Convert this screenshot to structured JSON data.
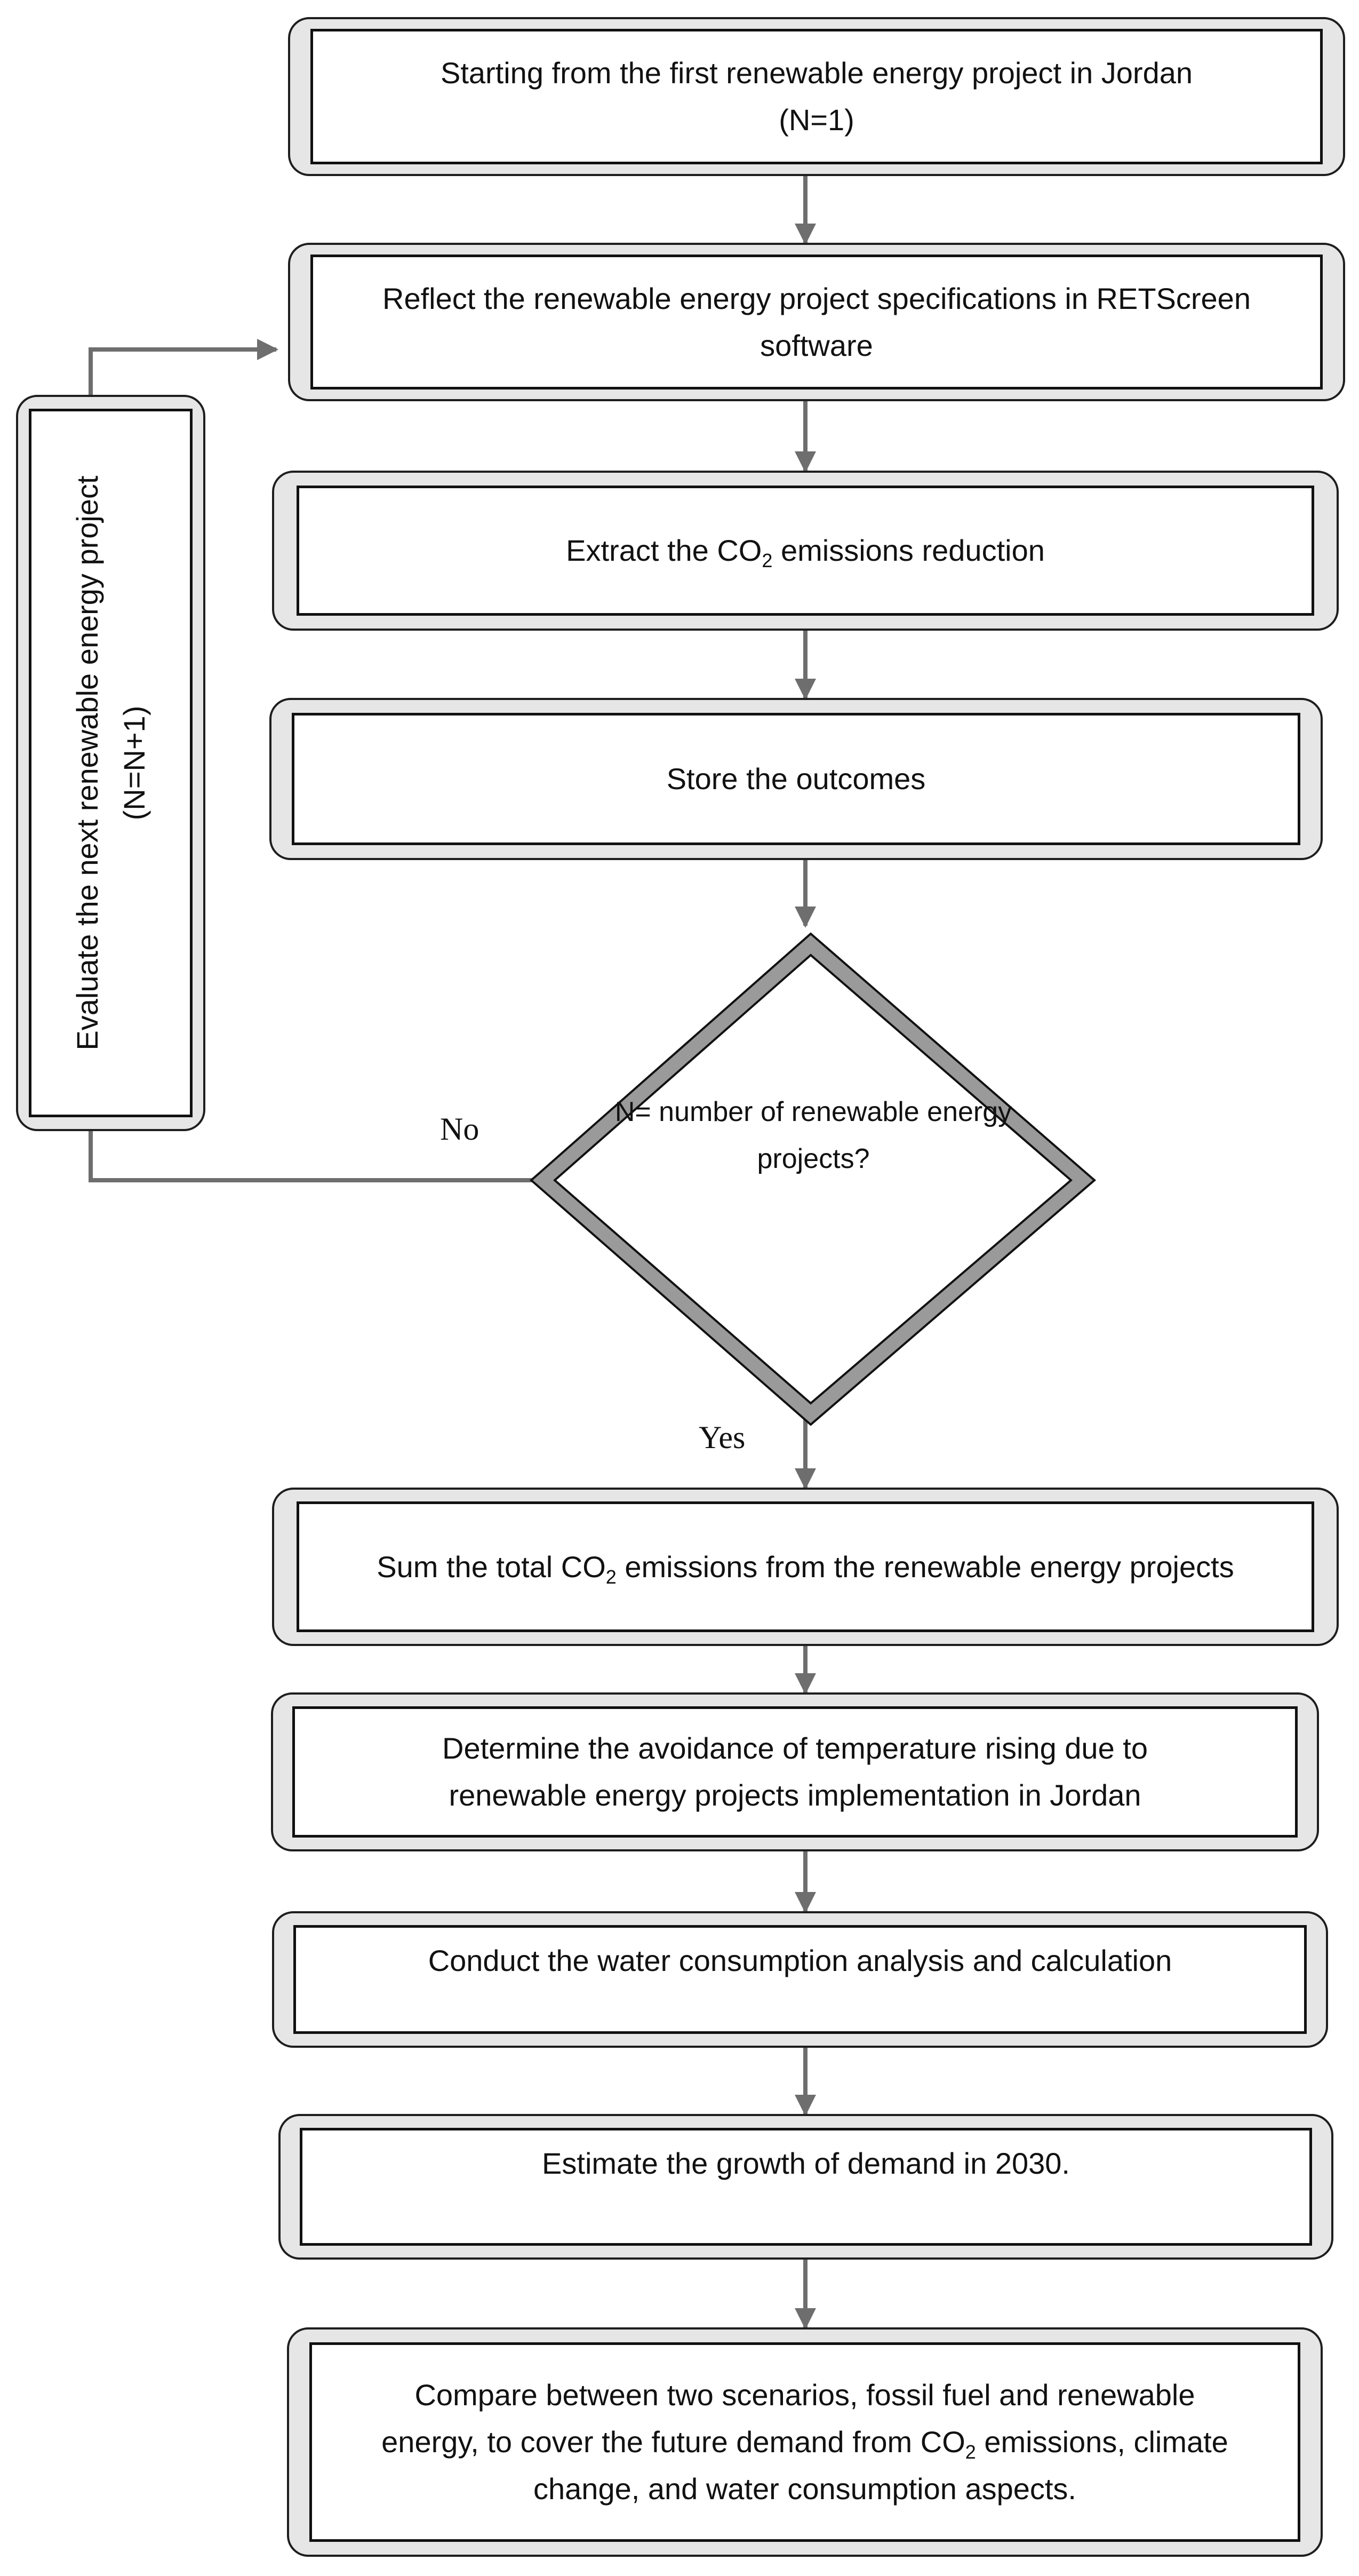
{
  "flowchart": {
    "steps": [
      {
        "id": "start",
        "line1": "Starting from the first renewable energy project in Jordan",
        "line2": "(N=1)"
      },
      {
        "id": "reflect",
        "line1": "Reflect the renewable energy project specifications in RETScreen",
        "line2": "software"
      },
      {
        "id": "extract",
        "pre": "Extract the CO",
        "sub": "2",
        "post": " emissions reduction"
      },
      {
        "id": "store",
        "text": "Store the outcomes"
      },
      {
        "id": "sum",
        "pre": "Sum the total CO",
        "sub": "2",
        "post": " emissions from the renewable energy projects"
      },
      {
        "id": "determine",
        "line1": "Determine the avoidance of temperature rising due to",
        "line2": "renewable energy projects implementation in Jordan"
      },
      {
        "id": "conduct",
        "text": "Conduct the water consumption analysis and calculation"
      },
      {
        "id": "estimate",
        "text": "Estimate the growth of demand in 2030."
      },
      {
        "id": "compare",
        "line1": "Compare between two scenarios, fossil fuel and renewable",
        "line2_pre": "energy, to cover the future demand from CO",
        "line2_sub": "2",
        "line2_post": " emissions, climate",
        "line3": "change, and water consumption aspects."
      }
    ],
    "loop_box": {
      "line1": "Evaluate the next renewable energy project",
      "line2": "(N=N+1)"
    },
    "decision": {
      "line1": "N= number of",
      "line2": "renewable",
      "line3": "energy projects?"
    },
    "labels": {
      "no": "No",
      "yes": "Yes"
    }
  },
  "colors": {
    "box_fill": "#e6e6e6",
    "border": "#111111",
    "arrow": "#6e6e6e",
    "diamond_fill": "#9a9a9a"
  }
}
